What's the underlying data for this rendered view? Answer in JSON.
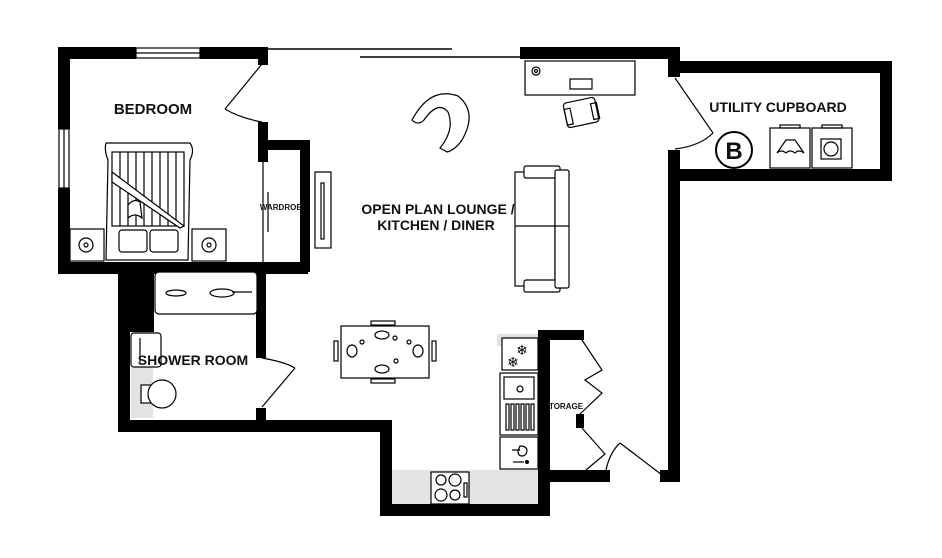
{
  "floorplan": {
    "rooms": [
      {
        "id": "bedroom",
        "label": "BEDROOM"
      },
      {
        "id": "wardrobe",
        "label": "WARDROB"
      },
      {
        "id": "open_plan_line1",
        "label": "OPEN PLAN LOUNGE /"
      },
      {
        "id": "open_plan_line2",
        "label": "KITCHEN / DINER"
      },
      {
        "id": "utility",
        "label": "UTILITY CUPBOARD"
      },
      {
        "id": "shower",
        "label": "SHOWER ROOM"
      },
      {
        "id": "storage",
        "label": "TORAGE"
      }
    ],
    "symbols": {
      "boiler_letter": "B"
    },
    "colors": {
      "wall": "#000000",
      "background": "#ffffff",
      "tile": "#e3e3e3"
    }
  }
}
